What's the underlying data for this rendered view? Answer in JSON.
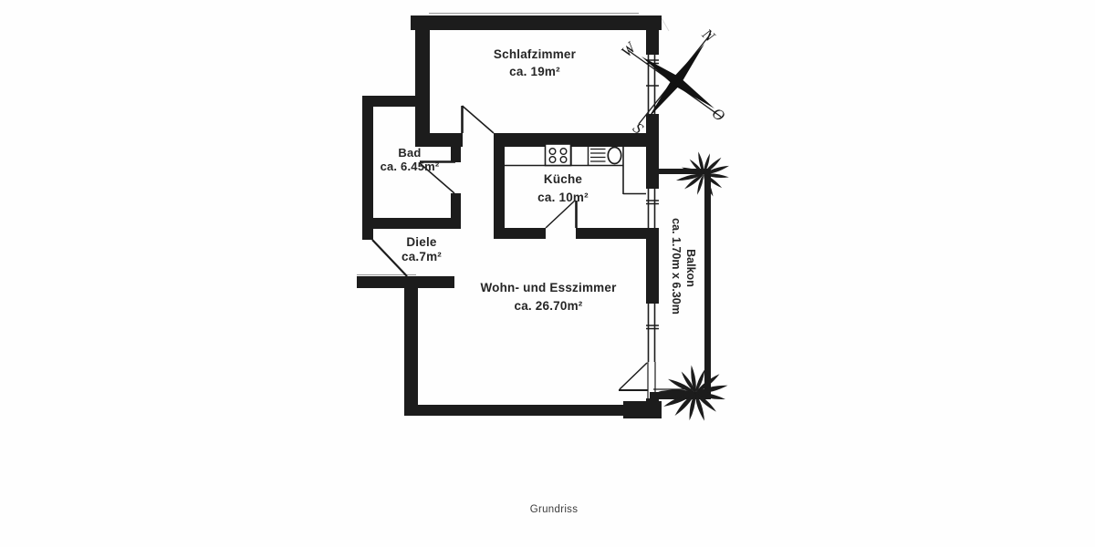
{
  "caption": "Grundriss",
  "rooms": {
    "schlafzimmer": {
      "name": "Schlafzimmer",
      "area": "ca. 19m²"
    },
    "bad": {
      "name": "Bad",
      "area": "ca. 6.45m²"
    },
    "kueche": {
      "name": "Küche",
      "area": "ca. 10m²"
    },
    "diele": {
      "name": "Diele",
      "area": "ca.7m²"
    },
    "wohnzimmer": {
      "name": "Wohn- und Esszimmer",
      "area": "ca. 26.70m²"
    },
    "balkon": {
      "name": "Balkon",
      "dims": "ca. 1.70m x 6.30m"
    }
  },
  "compass": {
    "north": "N",
    "east": "O",
    "south": "S",
    "west": "W"
  },
  "icons": {
    "compass": "compass-rose-icon",
    "plant": "palm-plant-icon",
    "stove": "stove-burners-icon",
    "sink": "kitchen-sink-icon"
  },
  "colors": {
    "ink": "#1c1c1c",
    "background": "#ffffff",
    "caption_text": "#3c3c3c"
  }
}
